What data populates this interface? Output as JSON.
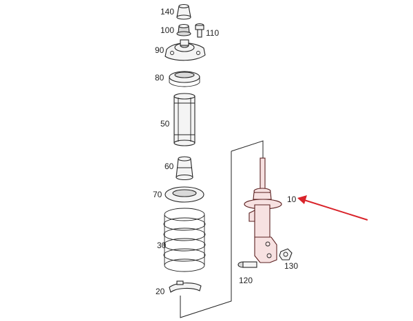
{
  "labels": {
    "p140": "140",
    "p100": "100",
    "p110": "110",
    "p90": "90",
    "p80": "80",
    "p50": "50",
    "p60": "60",
    "p70": "70",
    "p30": "30",
    "p20": "20",
    "p10": "10",
    "p120": "120",
    "p130": "130"
  },
  "colors": {
    "arrow": "#d9232a",
    "line": "#222222"
  }
}
